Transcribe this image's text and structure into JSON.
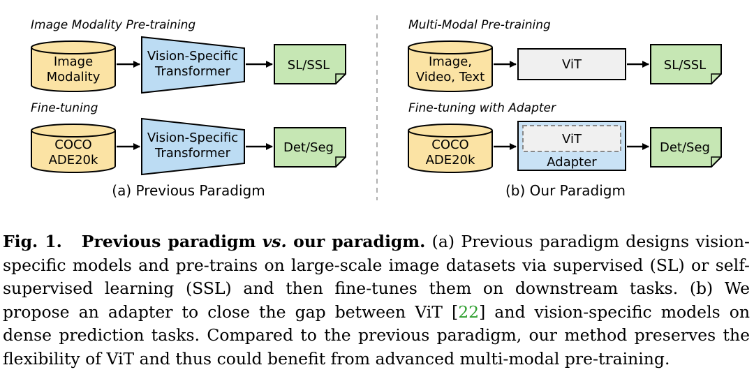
{
  "figure": {
    "left": {
      "pretrain_title": "Image Modality Pre-training",
      "pretrain_db": [
        "Image",
        "Modality"
      ],
      "pretrain_model": [
        "Vision-Specific",
        "Transformer"
      ],
      "pretrain_out": "SL/SSL",
      "finetune_title": "Fine-tuning",
      "finetune_db": [
        "COCO",
        "ADE20k"
      ],
      "finetune_model": [
        "Vision-Specific",
        "Transformer"
      ],
      "finetune_out": "Det/Seg",
      "caption": "(a) Previous Paradigm"
    },
    "right": {
      "pretrain_title": "Multi-Modal Pre-training",
      "pretrain_db": [
        "Image,",
        "Video, Text"
      ],
      "pretrain_model": "ViT",
      "pretrain_out": "SL/SSL",
      "finetune_title": "Fine-tuning with Adapter",
      "finetune_db": [
        "COCO",
        "ADE20k"
      ],
      "finetune_vit": "ViT",
      "finetune_adapter": "Adapter",
      "finetune_out": "Det/Seg",
      "caption": "(b) Our Paradigm"
    },
    "colors": {
      "database": "#fbe3a4",
      "transformer": "#bcdcf3",
      "output": "#c6e7b4",
      "vit": "#f0f0f0",
      "adapter": "#c9e2f5"
    }
  },
  "caption": {
    "fig_label": "Fig. 1.",
    "title_part1": "Previous paradigm",
    "title_vs": "vs.",
    "title_part2": "our paradigm.",
    "text_a": " (a) Previous paradigm designs vision-specific models and pre-trains on large-scale image datasets via supervised (SL) or self-supervised learning (SSL) and then fine-tunes them on downstream tasks. (b) We propose an adapter to close the gap between ViT [",
    "citation": "22",
    "text_b": "] and vision-specific models on dense prediction tasks. Compared to the previous paradigm, our method preserves the flexibility of ViT and thus could benefit from advanced multi-modal pre-training."
  }
}
